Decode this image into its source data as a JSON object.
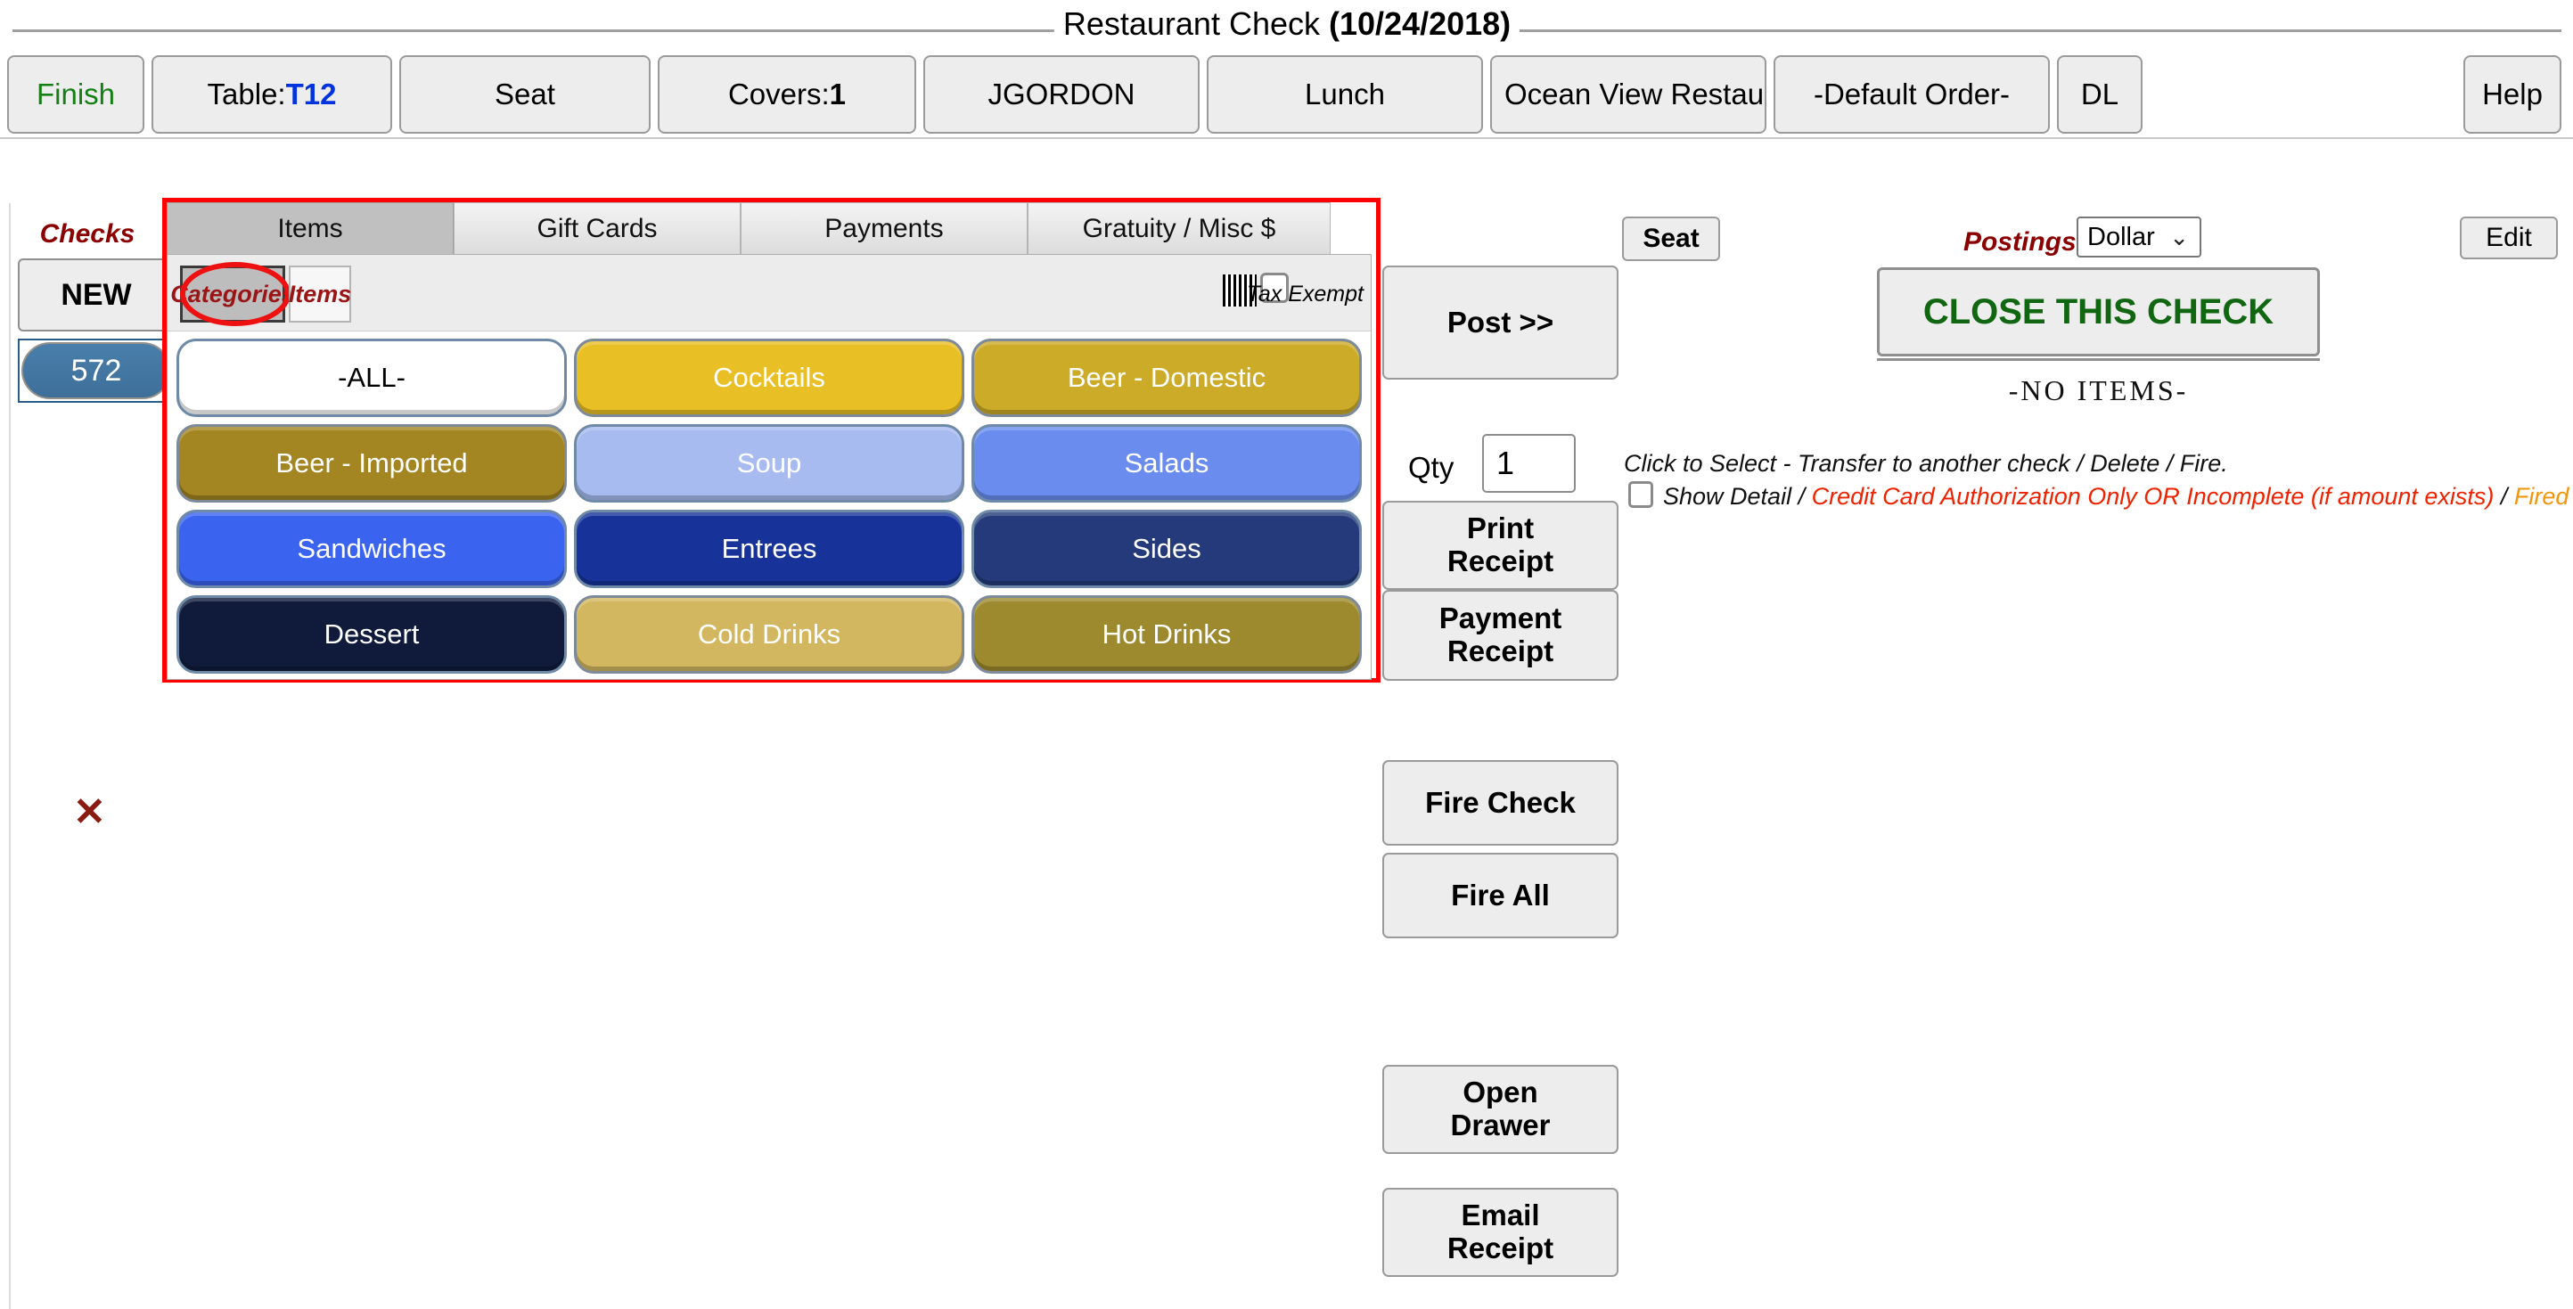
{
  "title": {
    "main": "Restaurant Check ",
    "date": "(10/24/2018)"
  },
  "toolbar": {
    "finish": "Finish",
    "table_prefix": "Table: ",
    "table_value": "T12",
    "seat": "Seat",
    "covers_prefix": "Covers: ",
    "covers_value": "1",
    "user": "JGORDON",
    "meal_period": "Lunch",
    "outlet": "Ocean View Restaurant",
    "order_type": "-Default Order-",
    "dl": "DL",
    "help": "Help"
  },
  "checks_rail": {
    "label": "Checks",
    "new_button": "NEW",
    "items": [
      {
        "number": "572",
        "selected": true
      }
    ],
    "x_mark": "✕"
  },
  "tabs": [
    {
      "label": "Items",
      "active": true
    },
    {
      "label": "Gift Cards",
      "active": false
    },
    {
      "label": "Payments",
      "active": false
    },
    {
      "label": "Gratuity / Misc $",
      "active": false
    }
  ],
  "tool_strip": {
    "categories_button": "Categories",
    "items_button": "Items",
    "barcode_icon": "barcode-icon",
    "tax_exempt_label": "Tax Exempt",
    "tax_exempt_checked": false
  },
  "categories": [
    {
      "label": "-ALL-",
      "bg": "#ffffff",
      "fg": "#000000",
      "border": "#6f8aa6",
      "selected": true
    },
    {
      "label": "Cocktails",
      "bg": "#e9bf26",
      "fg": "#ffffff",
      "border": "#7c8a9a"
    },
    {
      "label": "Beer - Domestic",
      "bg": "#ccab29",
      "fg": "#ffffff",
      "border": "#7c8a9a"
    },
    {
      "label": "Beer - Imported",
      "bg": "#a38522",
      "fg": "#ffffff",
      "border": "#7c8a9a"
    },
    {
      "label": "Soup",
      "bg": "#a8bbf0",
      "fg": "#ffffff",
      "border": "#6f8aa6"
    },
    {
      "label": "Salads",
      "bg": "#6a8cef",
      "fg": "#ffffff",
      "border": "#6f8aa6"
    },
    {
      "label": "Sandwiches",
      "bg": "#3a63ef",
      "fg": "#ffffff",
      "border": "#6f8aa6"
    },
    {
      "label": "Entrees",
      "bg": "#17339a",
      "fg": "#ffffff",
      "border": "#6f8aa6"
    },
    {
      "label": "Sides",
      "bg": "#253a7a",
      "fg": "#ffffff",
      "border": "#6f8aa6"
    },
    {
      "label": "Dessert",
      "bg": "#101b3c",
      "fg": "#ffffff",
      "border": "#6f8aa6"
    },
    {
      "label": "Cold Drinks",
      "bg": "#d3b760",
      "fg": "#ffffff",
      "border": "#7c8a9a"
    },
    {
      "label": "Hot Drinks",
      "bg": "#9d8a2f",
      "fg": "#ffffff",
      "border": "#7c8a9a"
    }
  ],
  "actions": {
    "seat": "Seat",
    "post": "Post >>",
    "qty_label": "Qty",
    "qty_value": "1",
    "print_receipt": "Print\nReceipt",
    "payment_receipt": "Payment\nReceipt",
    "fire_check": "Fire Check",
    "fire_all": "Fire All",
    "open_drawer": "Open\nDrawer",
    "email_receipt": "Email\nReceipt"
  },
  "check_panel": {
    "postings_label": "Postings",
    "postings_value": "Dollar",
    "postings_options": [
      "Dollar"
    ],
    "caret_icon": "chevron-down-icon",
    "edit": "Edit",
    "close_check": "CLOSE THIS CHECK",
    "no_items": "-NO ITEMS-",
    "hint": "Click to Select - Transfer to another check / Delete / Fire.",
    "show_detail_label": "Show Detail",
    "show_detail_checked": false,
    "sep1": " / ",
    "warning_text": "Credit Card Authorization Only OR Incomplete (if amount exists)",
    "sep2": " / ",
    "fired_text": "Fired"
  },
  "colors": {
    "accent_red": "#8b0000",
    "annotation_red": "#ff0000",
    "success_green": "#116611",
    "link_blue": "#0033dd",
    "warning_orange": "#f0960a"
  }
}
